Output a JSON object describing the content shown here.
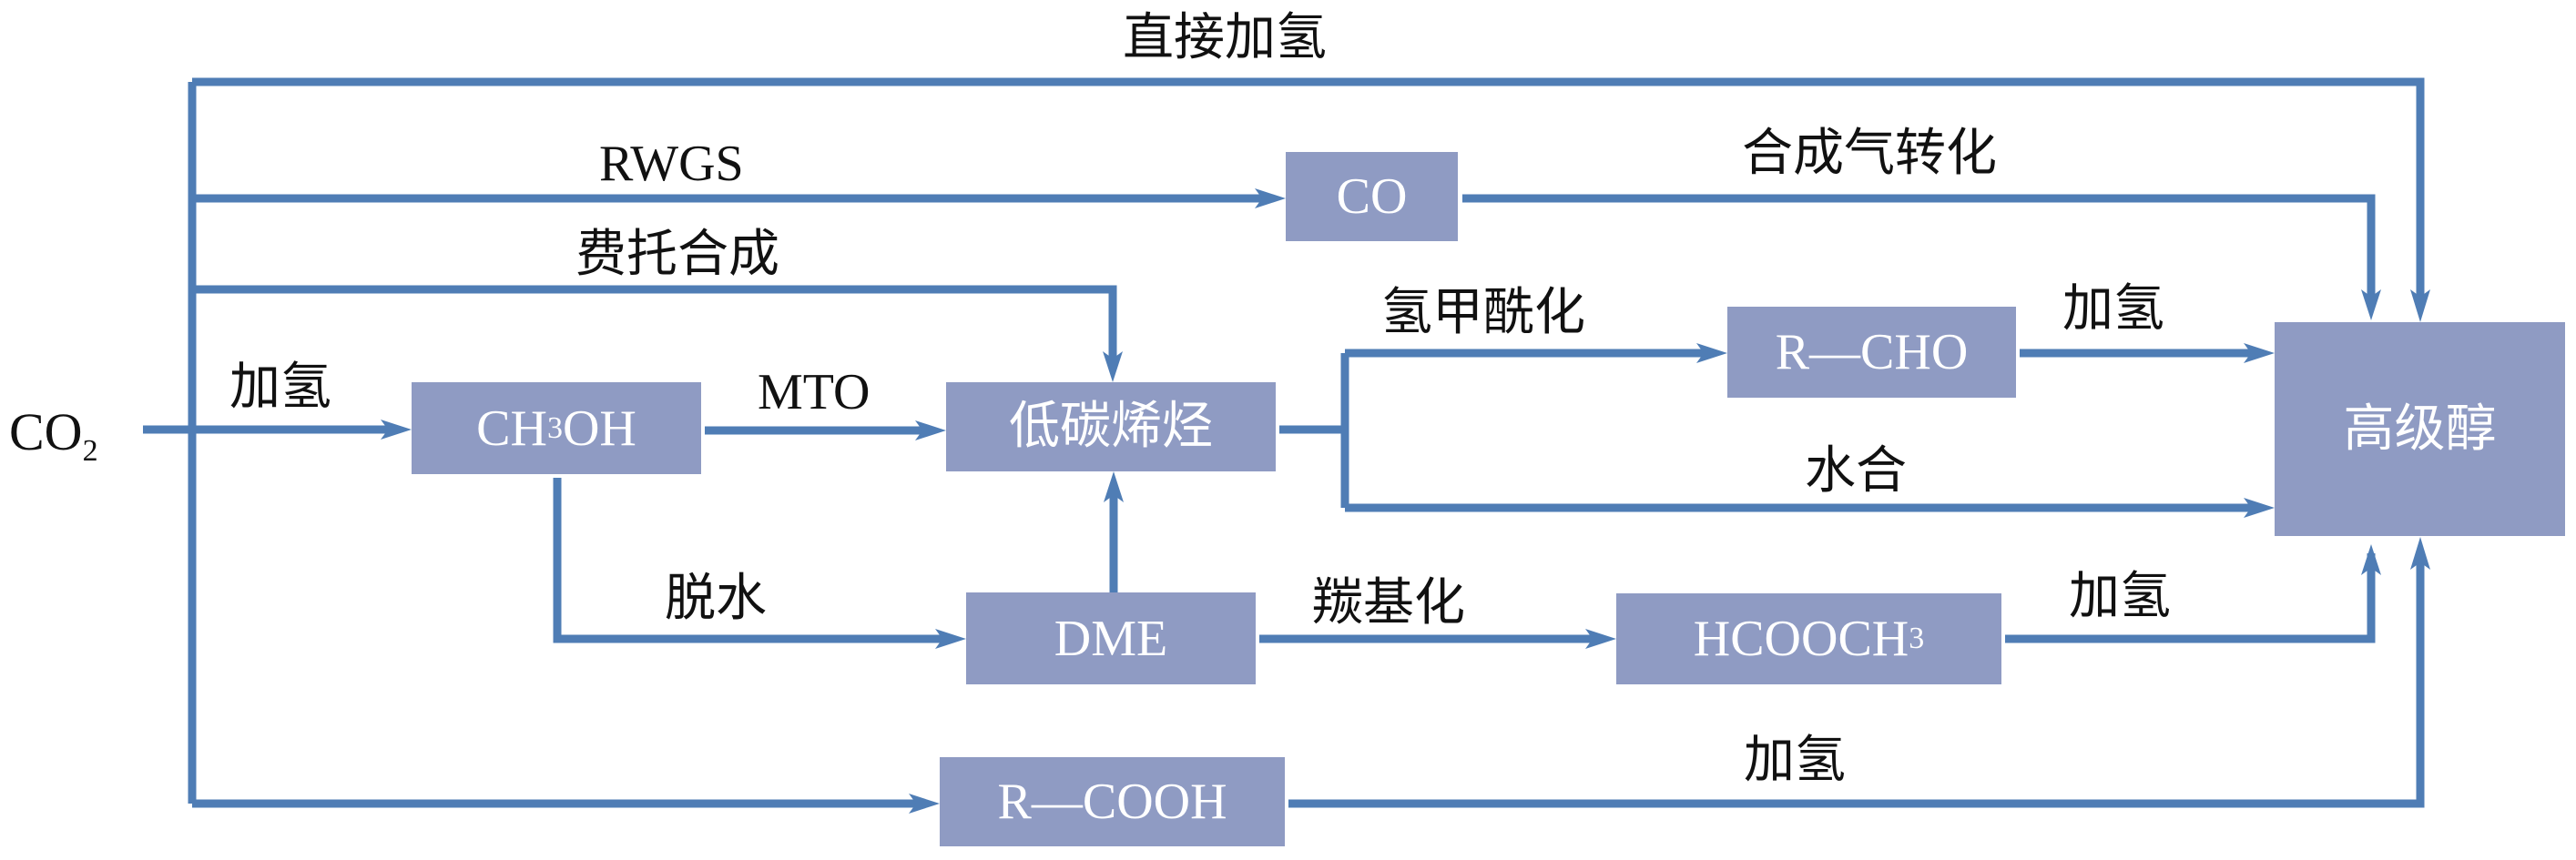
{
  "diagram": {
    "title": "CO2 to higher alcohols pathways",
    "colors": {
      "line": "#4f7db5",
      "box": "#8f9bc3",
      "box_text": "#ffffff",
      "label_text": "#111111"
    },
    "source": {
      "main": "CO",
      "sub": "2"
    },
    "nodes": {
      "ch3oh": {
        "pre": "CH",
        "sub": "3",
        "post": "OH"
      },
      "co": {
        "text": "CO"
      },
      "olefins": {
        "text": "低碳烯烃"
      },
      "dme": {
        "text": "DME"
      },
      "rcho": {
        "text": "R—CHO"
      },
      "hcooch3": {
        "pre": "HCOOCH",
        "sub": "3"
      },
      "rcooh": {
        "text": "R—COOH"
      },
      "alcohol": {
        "text": "高级醇"
      }
    },
    "edges": {
      "direct_hydrogenation": "直接加氢",
      "rwgs": "RWGS",
      "fischer_tropsch": "费托合成",
      "co2_hydrogenation": "加氢",
      "mto": "MTO",
      "syngas_conversion": "合成气转化",
      "hydroformylation": "氢甲酰化",
      "rcho_hydrogenation": "加氢",
      "hydration": "水合",
      "dehydration": "脱水",
      "carbonylation": "羰基化",
      "hcooch3_hydrogenation": "加氢",
      "rcooh_hydrogenation": "加氢"
    }
  }
}
